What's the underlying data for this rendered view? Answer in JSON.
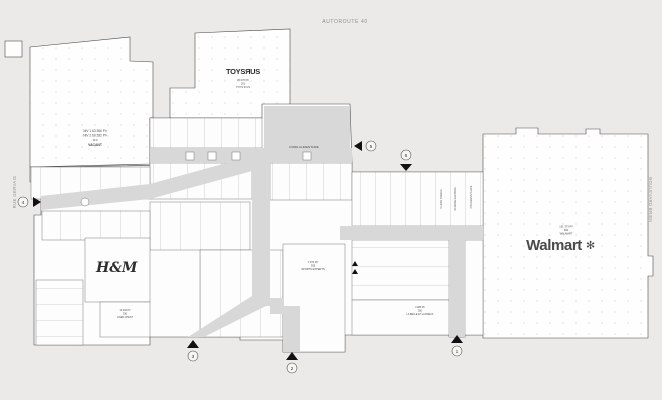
{
  "colors": {
    "background": "#eceae8",
    "corridor": "#d8d8d8",
    "outline": "#4a4a4a",
    "walmart_gray": "#6d6e71",
    "marker_black": "#111111"
  },
  "streets": {
    "top": "AUTOROUTE 40",
    "left": "RUE GERVAIS",
    "right": "BOULEVARD BRIEN"
  },
  "anchors": {
    "vacant": {
      "level1_area": "NIV 1 63 366 PI²",
      "level2_area": "NIV 2 60 282 PI²",
      "unit": "110",
      "name": "VACANT"
    },
    "toysrus": {
      "logo": "TOYSЯUS",
      "area": "35 076 PI²",
      "unit": "201",
      "name": "TOYS R US"
    },
    "walmart": {
      "logo": "Walmart",
      "spark": "✻",
      "area": "131 373 PI²",
      "unit": "600",
      "name": "WALMART"
    },
    "hm": {
      "logo": "H&M"
    }
  },
  "areas": {
    "food_court": "FOIRE ALIMENTAIRE"
  },
  "stores": {
    "sports_experts": {
      "area": "7 972 PI²",
      "unit": "305",
      "name": "SPORTS EXPERTS"
    },
    "linen_chest": {
      "area": "12 004 PI²",
      "unit": "536",
      "name": "LINEN CHEST"
    },
    "la_belle_et_la_boeuf": {
      "area": "4 085 PI²",
      "unit": "550",
      "name": "LA BELLE ET LA BOEUF"
    },
    "childrens_place": {
      "name": "CHILDREN'S PLACE"
    },
    "claire_france": {
      "name": "CLAIRE FRANCE"
    },
    "sunrise_records": {
      "name": "SUNRISE RECORDS"
    }
  },
  "entrances": {
    "e1": "1",
    "e2": "2",
    "e3": "3",
    "e4": "4",
    "e5": "5",
    "e6": "6"
  }
}
